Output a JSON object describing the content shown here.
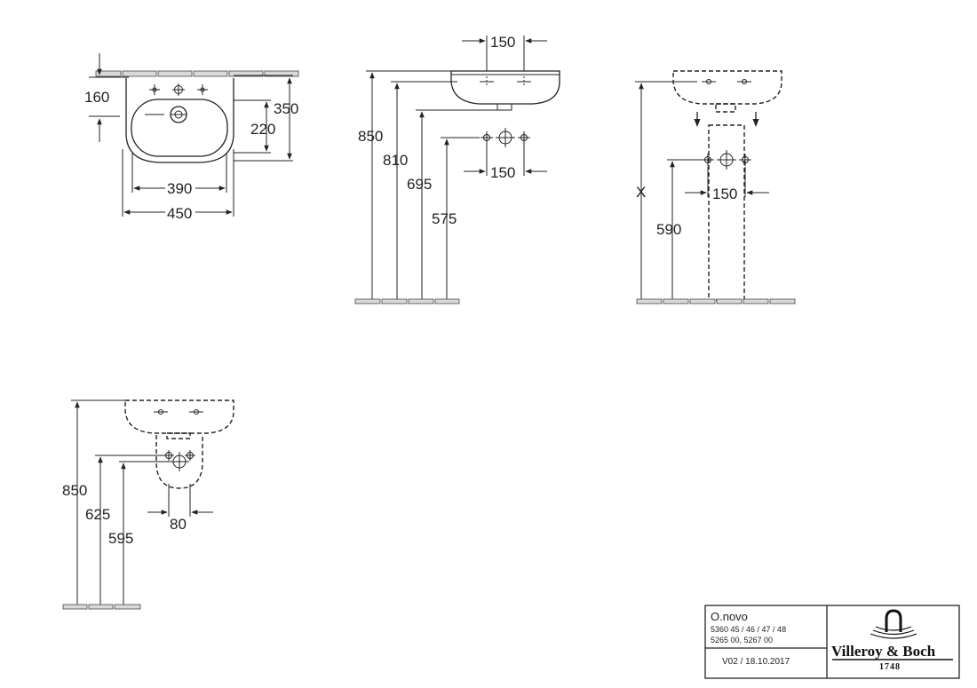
{
  "top_view": {
    "dim_160": "160",
    "dim_350": "350",
    "dim_220": "220",
    "dim_390": "390",
    "dim_450": "450"
  },
  "side_view": {
    "dim_150_top": "150",
    "dim_150_bottom": "150",
    "dim_850": "850",
    "dim_810": "810",
    "dim_695": "695",
    "dim_575": "575"
  },
  "pedestal_view": {
    "dim_x": "X",
    "dim_590": "590",
    "dim_150": "150"
  },
  "semi_pedestal_view": {
    "dim_850": "850",
    "dim_625": "625",
    "dim_595": "595",
    "dim_80": "80"
  },
  "title_block": {
    "product": "O.novo",
    "codes_line1": "5360 45 / 46 / 47 / 48",
    "codes_line2": "5265 00, 5267 00",
    "version": "V02 / 18.10.2017",
    "brand": "Villeroy & Boch",
    "brand_year": "1748"
  }
}
